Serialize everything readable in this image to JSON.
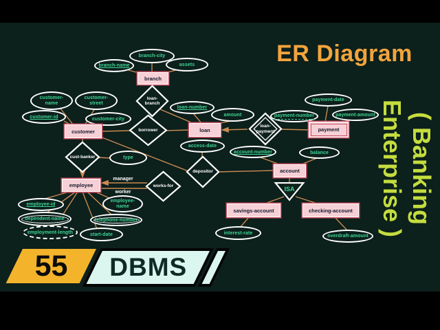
{
  "header": {
    "title": "ER Diagram"
  },
  "side_banner": {
    "line1": "( Banking",
    "line2": "Enterprise )"
  },
  "footer": {
    "number": "55",
    "series": "DBMS"
  },
  "colors": {
    "background": "#000000",
    "panel": "#0c201c",
    "entity_fill": "#f5d0d6",
    "entity_border": "#cb5064",
    "attribute_text": "#3fd796",
    "connector": "#c98a52",
    "title": "#f2a43c",
    "side_banner": "#c4dd3e",
    "badge_number_bg": "#f3b42c",
    "badge_series_bg": "#dbf5ef"
  },
  "diagram": {
    "entities": {
      "branch": "branch",
      "customer": "customer",
      "loan": "loan",
      "payment": "payment",
      "account": "account",
      "employee": "employee",
      "savings_account": "savings-account",
      "checking_account": "checking-account"
    },
    "relationships": {
      "loan_branch": "loan-\nbranch",
      "borrower": "borrower",
      "loan_payment": "loan-\npayment",
      "cust_banker": "cust-banker",
      "depositor": "depositor",
      "works_for": "works-for"
    },
    "attributes": {
      "branch_city": "branch-city",
      "branch_name": "branch-name",
      "assets": "assets",
      "customer_name": "customer-\nname",
      "customer_street": "customer-\nstreet",
      "customer_id": "customer-id",
      "customer_city": "customer-city",
      "loan_number": "loan-number",
      "amount": "amount",
      "payment_date": "payment-date",
      "payment_number": "payment-number",
      "payment_amount": "payment-amount",
      "access_date": "access-date",
      "account_number": "account-number",
      "balance": "balance",
      "type": "type",
      "employee_id": "employee-id",
      "employee_name": "employee-\nname",
      "dependent_name": "dependent-name",
      "telephone_number": "telephone-number",
      "employment_length": "employment-length",
      "start_date": "start-date",
      "interest_rate": "interest-rate",
      "overdraft_amount": "overdraft-amount"
    },
    "labels": {
      "manager": "manager",
      "worker": "worker",
      "isa": "ISA"
    }
  }
}
